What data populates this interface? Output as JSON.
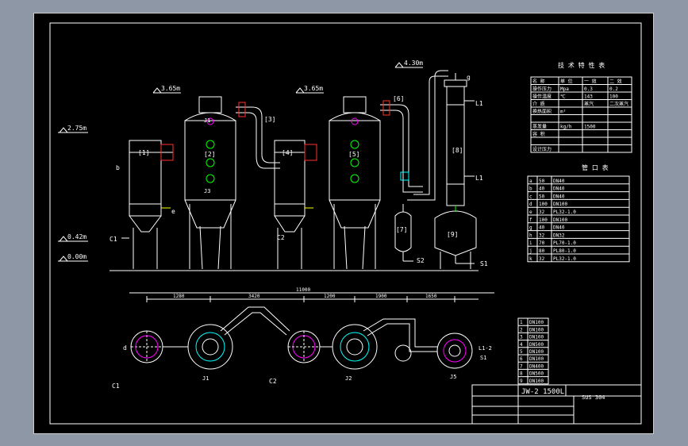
{
  "viewer": {
    "name": "cad-drawing-viewer"
  },
  "colors": {
    "background": "#8e97a6",
    "sheet": "#000000",
    "line": "#ffffff",
    "accent_yellow": "#ffff00",
    "accent_green": "#00ff00",
    "accent_cyan": "#00ffff",
    "accent_magenta": "#ff00ff",
    "accent_red": "#ff3030"
  },
  "elevations": {
    "e1": "3.65m",
    "e2": "3.65m",
    "e3": "4.30m",
    "e4": "2.75m",
    "e5": "0.42m",
    "e6": "0.00m"
  },
  "equipment_labels": {
    "eq1": "[1]",
    "eq2": "[2]",
    "eq3": "[3]",
    "eq4": "[4]",
    "eq5": "[5]",
    "eq6": "[6]",
    "eq7": "[7]",
    "eq8": "[8]",
    "eq9": "[9]"
  },
  "nozzle_labels": {
    "c1": "C1",
    "c2": "C2",
    "e": "e",
    "d": "d",
    "b": "b",
    "g": "g",
    "j1": "J1",
    "j2": "J2",
    "j3": "J3",
    "j5": "J5",
    "s1": "S1",
    "s2": "S2",
    "l1": "L1",
    "l1_2": "L1-2"
  },
  "spec_table": {
    "title": "技 术 特 性 表",
    "headers": [
      "名 称",
      "单 位",
      "一 效",
      "二 效"
    ],
    "rows": [
      [
        "操作压力",
        "Mpa",
        "0.3",
        "0.2"
      ],
      [
        "操作温度",
        "℃",
        "143",
        "100"
      ],
      [
        "介 质",
        "",
        "蒸汽",
        "二次蒸汽"
      ],
      [
        "换热面积",
        "m²",
        "",
        ""
      ],
      [
        "",
        "",
        "",
        ""
      ],
      [
        "蒸发量",
        "kg/h",
        "1500",
        ""
      ],
      [
        "容 积",
        "",
        "",
        ""
      ],
      [
        "",
        "",
        "",
        ""
      ],
      [
        "设计压力",
        "",
        "",
        ""
      ]
    ]
  },
  "nozzle_table": {
    "title": "管 口 表",
    "rows": [
      [
        "a",
        "50",
        "DN40"
      ],
      [
        "b",
        "40",
        "DN40"
      ],
      [
        "c",
        "50",
        "DN40"
      ],
      [
        "d",
        "100",
        "DN100"
      ],
      [
        "e",
        "32",
        "PL32-1.0"
      ],
      [
        "f",
        "100",
        "DN100"
      ],
      [
        "g",
        "40",
        "DN40"
      ],
      [
        "h",
        "32",
        "DN32"
      ],
      [
        "i",
        "70",
        "PL70-1.0"
      ],
      [
        "j",
        "80",
        "PL80-1.0"
      ],
      [
        "k",
        "32",
        "PL32-1.0"
      ]
    ]
  },
  "parts_table": {
    "rows": [
      [
        "1",
        "DN100"
      ],
      [
        "2",
        "DN100"
      ],
      [
        "3",
        "DN100"
      ],
      [
        "4",
        "DN500"
      ],
      [
        "5",
        "DN100"
      ],
      [
        "6",
        "DN100"
      ],
      [
        "7",
        "DN400"
      ],
      [
        "8",
        "DN500"
      ],
      [
        "9",
        "DN100"
      ]
    ]
  },
  "title_block": {
    "model": "JW-2 1500L",
    "material": "SUS 304"
  },
  "plan_dimensions": {
    "d1": "1280",
    "d2": "3420",
    "d3": "1200",
    "d4": "1900",
    "d5": "1650",
    "overall": "11000"
  }
}
